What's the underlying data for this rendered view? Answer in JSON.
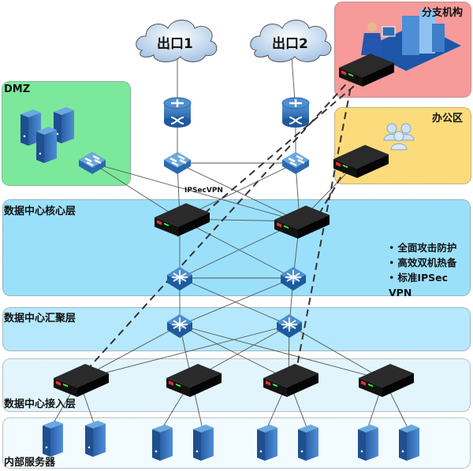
{
  "zones": {
    "dmz": {
      "label": "DMZ",
      "color": "#7ce89c"
    },
    "branch": {
      "label": "分支机构",
      "color": "#f79a9a"
    },
    "office": {
      "label": "办公区",
      "color": "#fbdb7c"
    },
    "core": {
      "label": "数据中心核心层",
      "color": "#9be0fb"
    },
    "aggregation": {
      "label": "数据中心汇聚层",
      "color": "#b5e8fc"
    },
    "access": {
      "label": "数据中心接入层",
      "color": "#e2f5fd"
    },
    "servers": {
      "label": "内部服务器",
      "color": "#f2fbff"
    }
  },
  "clouds": [
    {
      "label": "出口1"
    },
    {
      "label": "出口2"
    }
  ],
  "link_label": "IPSecVPN",
  "features": [
    "全面攻击防护",
    "高效双机热备",
    "标准IPSec VPN"
  ],
  "colors": {
    "device_blue": "#2f6fb3",
    "firewall_black": "#1a1a1a",
    "link_gray": "#555555",
    "vpn_dash": "#333333"
  }
}
